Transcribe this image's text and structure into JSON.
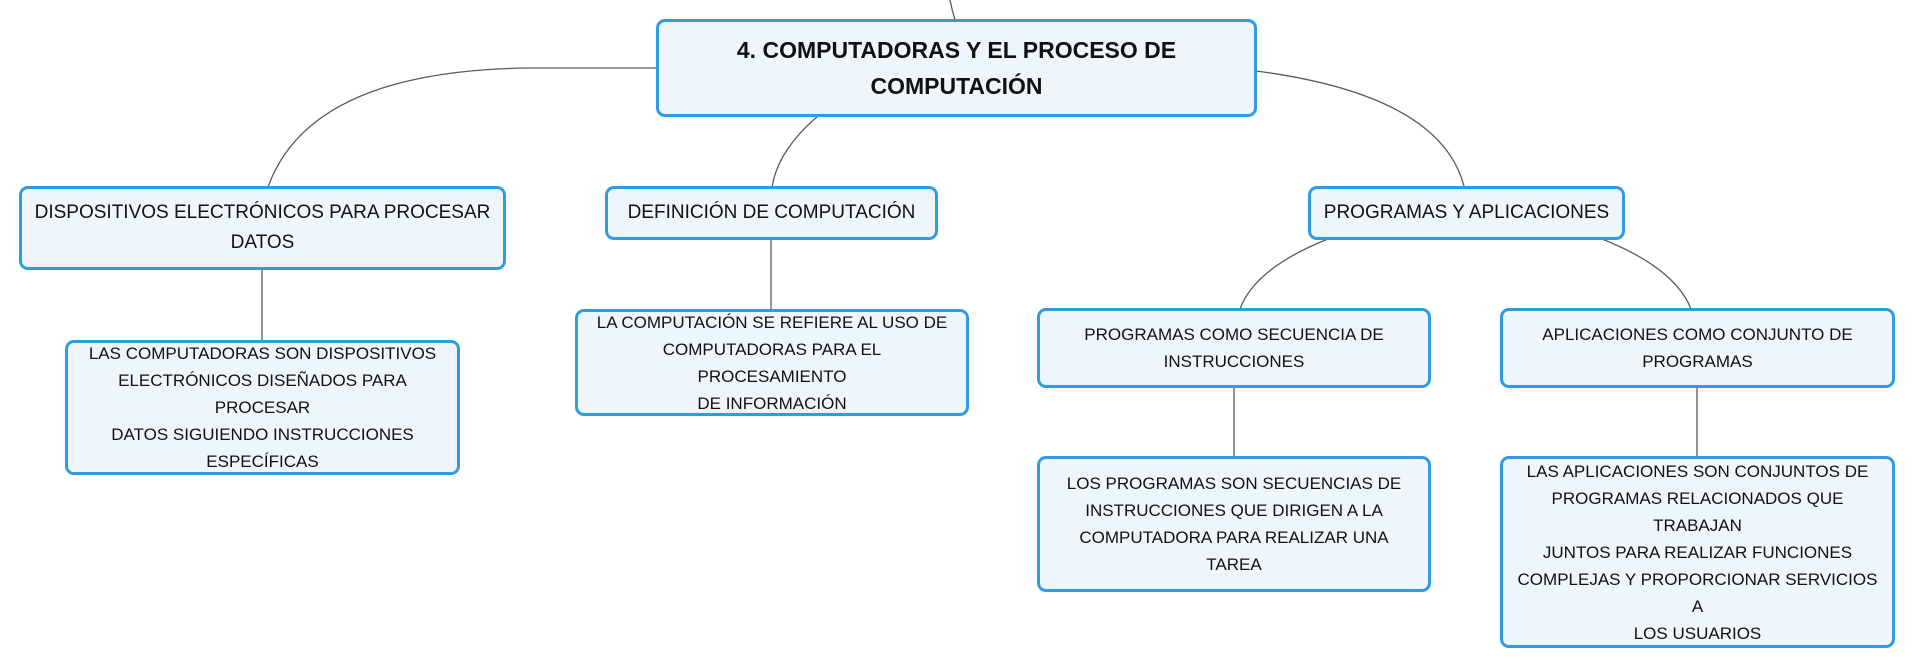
{
  "diagram": {
    "root": {
      "line1": "4. COMPUTADORAS Y EL PROCESO DE",
      "line2": "COMPUTACIÓN"
    },
    "topics": [
      {
        "line1": "DISPOSITIVOS ELECTRÓNICOS PARA PROCESAR",
        "line2": "DATOS"
      },
      {
        "line1": "DEFINICIÓN DE COMPUTACIÓN"
      },
      {
        "line1": "PROGRAMAS Y APLICACIONES"
      },
      {
        "line1": "PROGRAMAS COMO SECUENCIA DE",
        "line2": "INSTRUCCIONES"
      },
      {
        "line1": "APLICACIONES COMO CONJUNTO DE",
        "line2": "PROGRAMAS"
      }
    ],
    "details": [
      {
        "line1": "LAS COMPUTADORAS SON DISPOSITIVOS",
        "line2": "ELECTRÓNICOS DISEÑADOS PARA PROCESAR",
        "line3": "DATOS SIGUIENDO INSTRUCCIONES",
        "line4": "ESPECÍFICAS"
      },
      {
        "line1": "LA COMPUTACIÓN SE REFIERE AL USO DE",
        "line2": "COMPUTADORAS PARA EL PROCESAMIENTO",
        "line3": "DE INFORMACIÓN"
      },
      {
        "line1": "LOS PROGRAMAS SON SECUENCIAS DE",
        "line2": "INSTRUCCIONES QUE DIRIGEN A LA",
        "line3": "COMPUTADORA PARA REALIZAR UNA TAREA"
      },
      {
        "line1": "LAS APLICACIONES SON CONJUNTOS DE",
        "line2": "PROGRAMAS RELACIONADOS QUE TRABAJAN",
        "line3": "JUNTOS PARA REALIZAR FUNCIONES",
        "line4": "COMPLEJAS Y PROPORCIONAR SERVICIOS A",
        "line5": "LOS USUARIOS"
      }
    ]
  },
  "colors": {
    "node_border": "#2f9be0",
    "node_fill": "#eef6fc",
    "connector": "#5a5a5a",
    "text": "#111111"
  }
}
